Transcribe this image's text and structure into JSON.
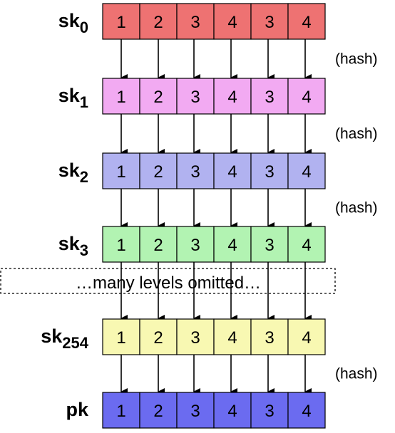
{
  "rows": [
    {
      "key": "sk0",
      "label_main": "sk",
      "label_sub": "0",
      "fill": "#ee7272",
      "values": [
        "1",
        "2",
        "3",
        "4",
        "3",
        "4"
      ],
      "hash_after": "(hash)"
    },
    {
      "key": "sk1",
      "label_main": "sk",
      "label_sub": "1",
      "fill": "#f2aaf2",
      "values": [
        "1",
        "2",
        "3",
        "4",
        "3",
        "4"
      ],
      "hash_after": "(hash)"
    },
    {
      "key": "sk2",
      "label_main": "sk",
      "label_sub": "2",
      "fill": "#b1b2f0",
      "values": [
        "1",
        "2",
        "3",
        "4",
        "3",
        "4"
      ],
      "hash_after": "(hash)"
    },
    {
      "key": "sk3",
      "label_main": "sk",
      "label_sub": "3",
      "fill": "#b2f3b2",
      "values": [
        "1",
        "2",
        "3",
        "4",
        "3",
        "4"
      ],
      "hash_after": ""
    },
    {
      "key": "sk254",
      "label_main": "sk",
      "label_sub": "254",
      "fill": "#f8f8b2",
      "values": [
        "1",
        "2",
        "3",
        "4",
        "3",
        "4"
      ],
      "hash_after": "(hash)"
    },
    {
      "key": "pk",
      "label_main": "pk",
      "label_sub": "",
      "fill": "#6b6bf0",
      "values": [
        "1",
        "2",
        "3",
        "4",
        "3",
        "4"
      ],
      "hash_after": ""
    }
  ],
  "omitted_text": "…many levels omitted…"
}
